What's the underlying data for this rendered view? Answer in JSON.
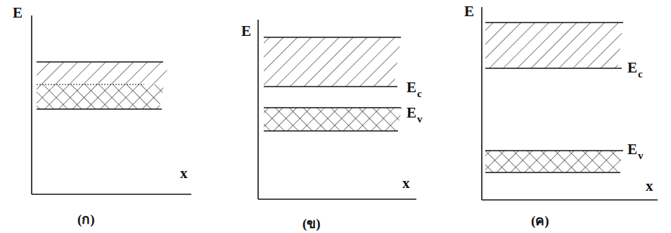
{
  "diagram": {
    "labels": [
      "E",
      "x",
      "(ก)",
      "E",
      "E",
      "c",
      "E",
      "v",
      "x",
      "(ข)",
      "E",
      "E",
      "c",
      "E",
      "v",
      "x",
      "(ค)"
    ]
  }
}
